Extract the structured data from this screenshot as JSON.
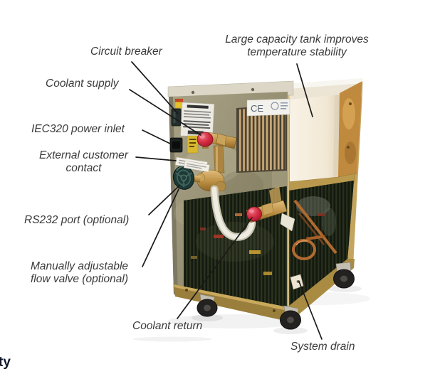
{
  "page": {
    "background": "#ffffff",
    "cutoff_text": "ty"
  },
  "annotations": {
    "circuit_breaker": "Circuit breaker",
    "coolant_supply": "Coolant supply",
    "iec320_power_inlet": "IEC320 power inlet",
    "external_customer_contact": "External customer contact",
    "rs232_port": "RS232 port (optional)",
    "flow_valve": "Manually adjustable flow valve (optional)",
    "coolant_return": "Coolant return",
    "system_drain": "System drain",
    "large_tank": "Large capacity tank improves temperature stability"
  },
  "machine": {
    "ce_text": "CE",
    "colors": {
      "panel": "#9c9679",
      "lid": "#ece5d5",
      "top_band": "#dcd6c6",
      "tank": "#f4ecdc",
      "brass": "#c49a4e",
      "frame_gold": "#c08a3e",
      "knob_red": "#cf2740",
      "valve_wheel_teal": "#1d3a37",
      "hose_white": "#efece1",
      "interior_dark": "#10140c",
      "copper": "#b06a30",
      "leader_line": "#1a1a1a"
    }
  }
}
